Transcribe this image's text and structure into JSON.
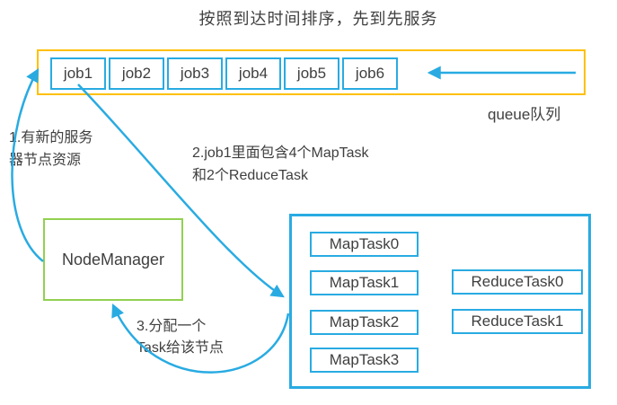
{
  "title": "按照到达时间排序，先到先服务",
  "queue": {
    "jobs": [
      "job1",
      "job2",
      "job3",
      "job4",
      "job5",
      "job6"
    ],
    "label": "queue队列"
  },
  "notes": {
    "step1": {
      "line1": "1.有新的服务",
      "line2": "器节点资源"
    },
    "step2": {
      "line1": "2.job1里面包含4个MapTask",
      "line2": "和2个ReduceTask"
    },
    "step3": {
      "line1": "3.分配一个",
      "line2": "Task给该节点"
    }
  },
  "node_manager": {
    "label": "NodeManager"
  },
  "tasks": {
    "map": [
      "MapTask0",
      "MapTask1",
      "MapTask2",
      "MapTask3"
    ],
    "reduce": [
      "ReduceTask0",
      "ReduceTask1"
    ]
  },
  "colors": {
    "cyan": "#29ABE2",
    "orange": "#FFC000",
    "green": "#92D050",
    "ink": "#3F3F3F"
  }
}
